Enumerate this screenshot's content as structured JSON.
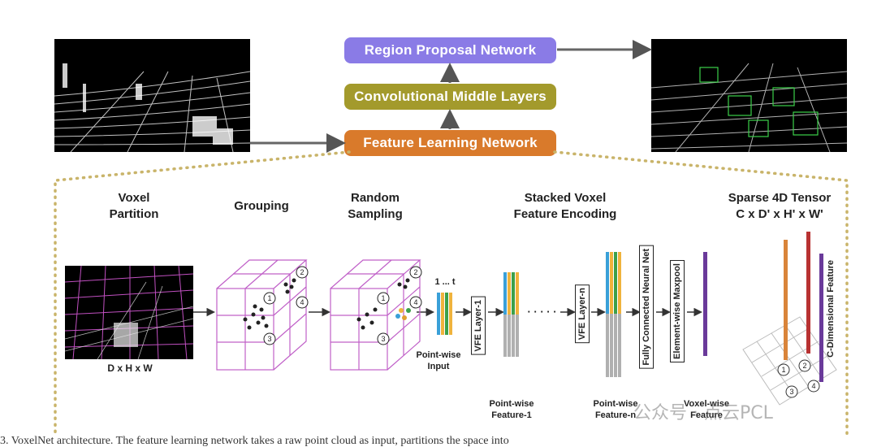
{
  "pipeline": {
    "rpn_label": "Region Proposal Network",
    "cml_label": "Convolutional Middle Layers",
    "fln_label": "Feature Learning Network",
    "colors": {
      "rpn": "#8a7be6",
      "cml": "#a39a2c",
      "fln": "#d97a2b",
      "dots": "#c9b46a"
    }
  },
  "stages": {
    "voxel_partition": {
      "title_line1": "Voxel",
      "title_line2": "Partition",
      "dims": "D x H x W"
    },
    "grouping": {
      "title": "Grouping"
    },
    "random_sampling": {
      "title_line1": "Random",
      "title_line2": "Sampling"
    },
    "svfe": {
      "title_line1": "Stacked Voxel",
      "title_line2": "Feature Encoding"
    },
    "sparse": {
      "title_line1": "Sparse 4D Tensor",
      "title_line2": "C x D' x H' x W'"
    }
  },
  "labels": {
    "one_to_t": "1 ... t",
    "pointwise_input_1": "Point-wise",
    "pointwise_input_2": "Input",
    "vfe1": "VFE Layer-1",
    "vfen": "VFE Layer-n",
    "dots": "· · · · ·",
    "fcnn": "Fully Connected Neural Net",
    "maxpool": "Element-wise Maxpool",
    "pw_feat1_a": "Point-wise",
    "pw_feat1_b": "Feature-1",
    "pw_featn_a": "Point-wise",
    "pw_featn_b": "Feature-n",
    "voxel_feat_a": "Voxel-wise",
    "voxel_feat_b": "Feature",
    "c_dim": "C-Dimensional Feature",
    "watermark": "公众号 · 点云PCL",
    "caption": "3. VoxelNet architecture. The feature learning network takes a raw point cloud as input, partitions the space into"
  },
  "markers": [
    "1",
    "2",
    "3",
    "4"
  ]
}
